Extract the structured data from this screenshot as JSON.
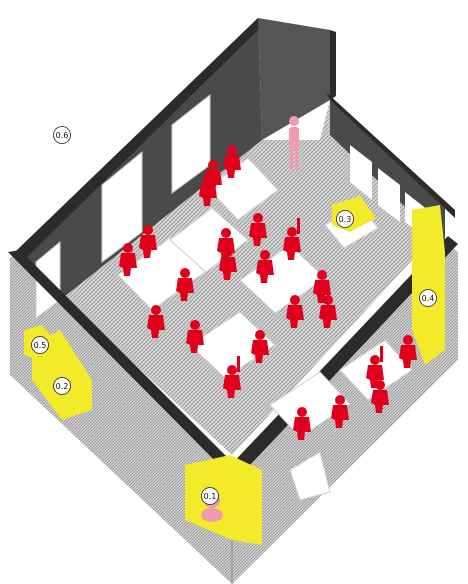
{
  "labels": {
    "l01": "0.1",
    "l02": "0.2",
    "l03": "0.3",
    "l04": "0.4",
    "l05": "0.5",
    "l06": "0.6"
  },
  "colors": {
    "wall_dark": "#4a4a4a",
    "wall_edge": "#2b2b2b",
    "floor_hatch": "#bdbdbd",
    "furniture_yellow": "#f3ea2a",
    "student_red": "#e0001b",
    "teacher_pink": "#f09ab0",
    "desk_white": "#ffffff"
  }
}
